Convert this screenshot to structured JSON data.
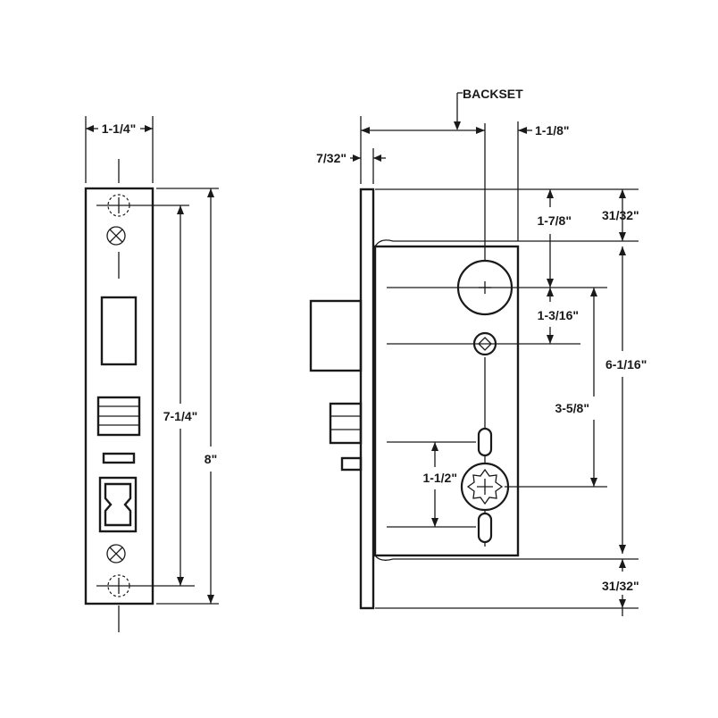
{
  "diagram": {
    "line_color": "#1a1a1a",
    "background": "#ffffff",
    "front_view": {
      "faceplate_width_label": "1-1/4\"",
      "screw_spacing_label": "7-1/4\"",
      "overall_height_label": "8\""
    },
    "side_view": {
      "backset_label": "BACKSET",
      "faceplate_thickness_label": "7/32\"",
      "cylinder_offset_label": "1-1/8\"",
      "top_to_cylinder_label": "1-7/8\"",
      "top_flange_label": "31/32\"",
      "cylinder_to_spindle_label": "1-3/16\"",
      "case_height_label": "6-1/16\"",
      "cylinder_to_hub_label": "3-5/8\"",
      "slot_to_hub_label": "1-1/2\"",
      "bottom_flange_label": "31/32\""
    }
  }
}
